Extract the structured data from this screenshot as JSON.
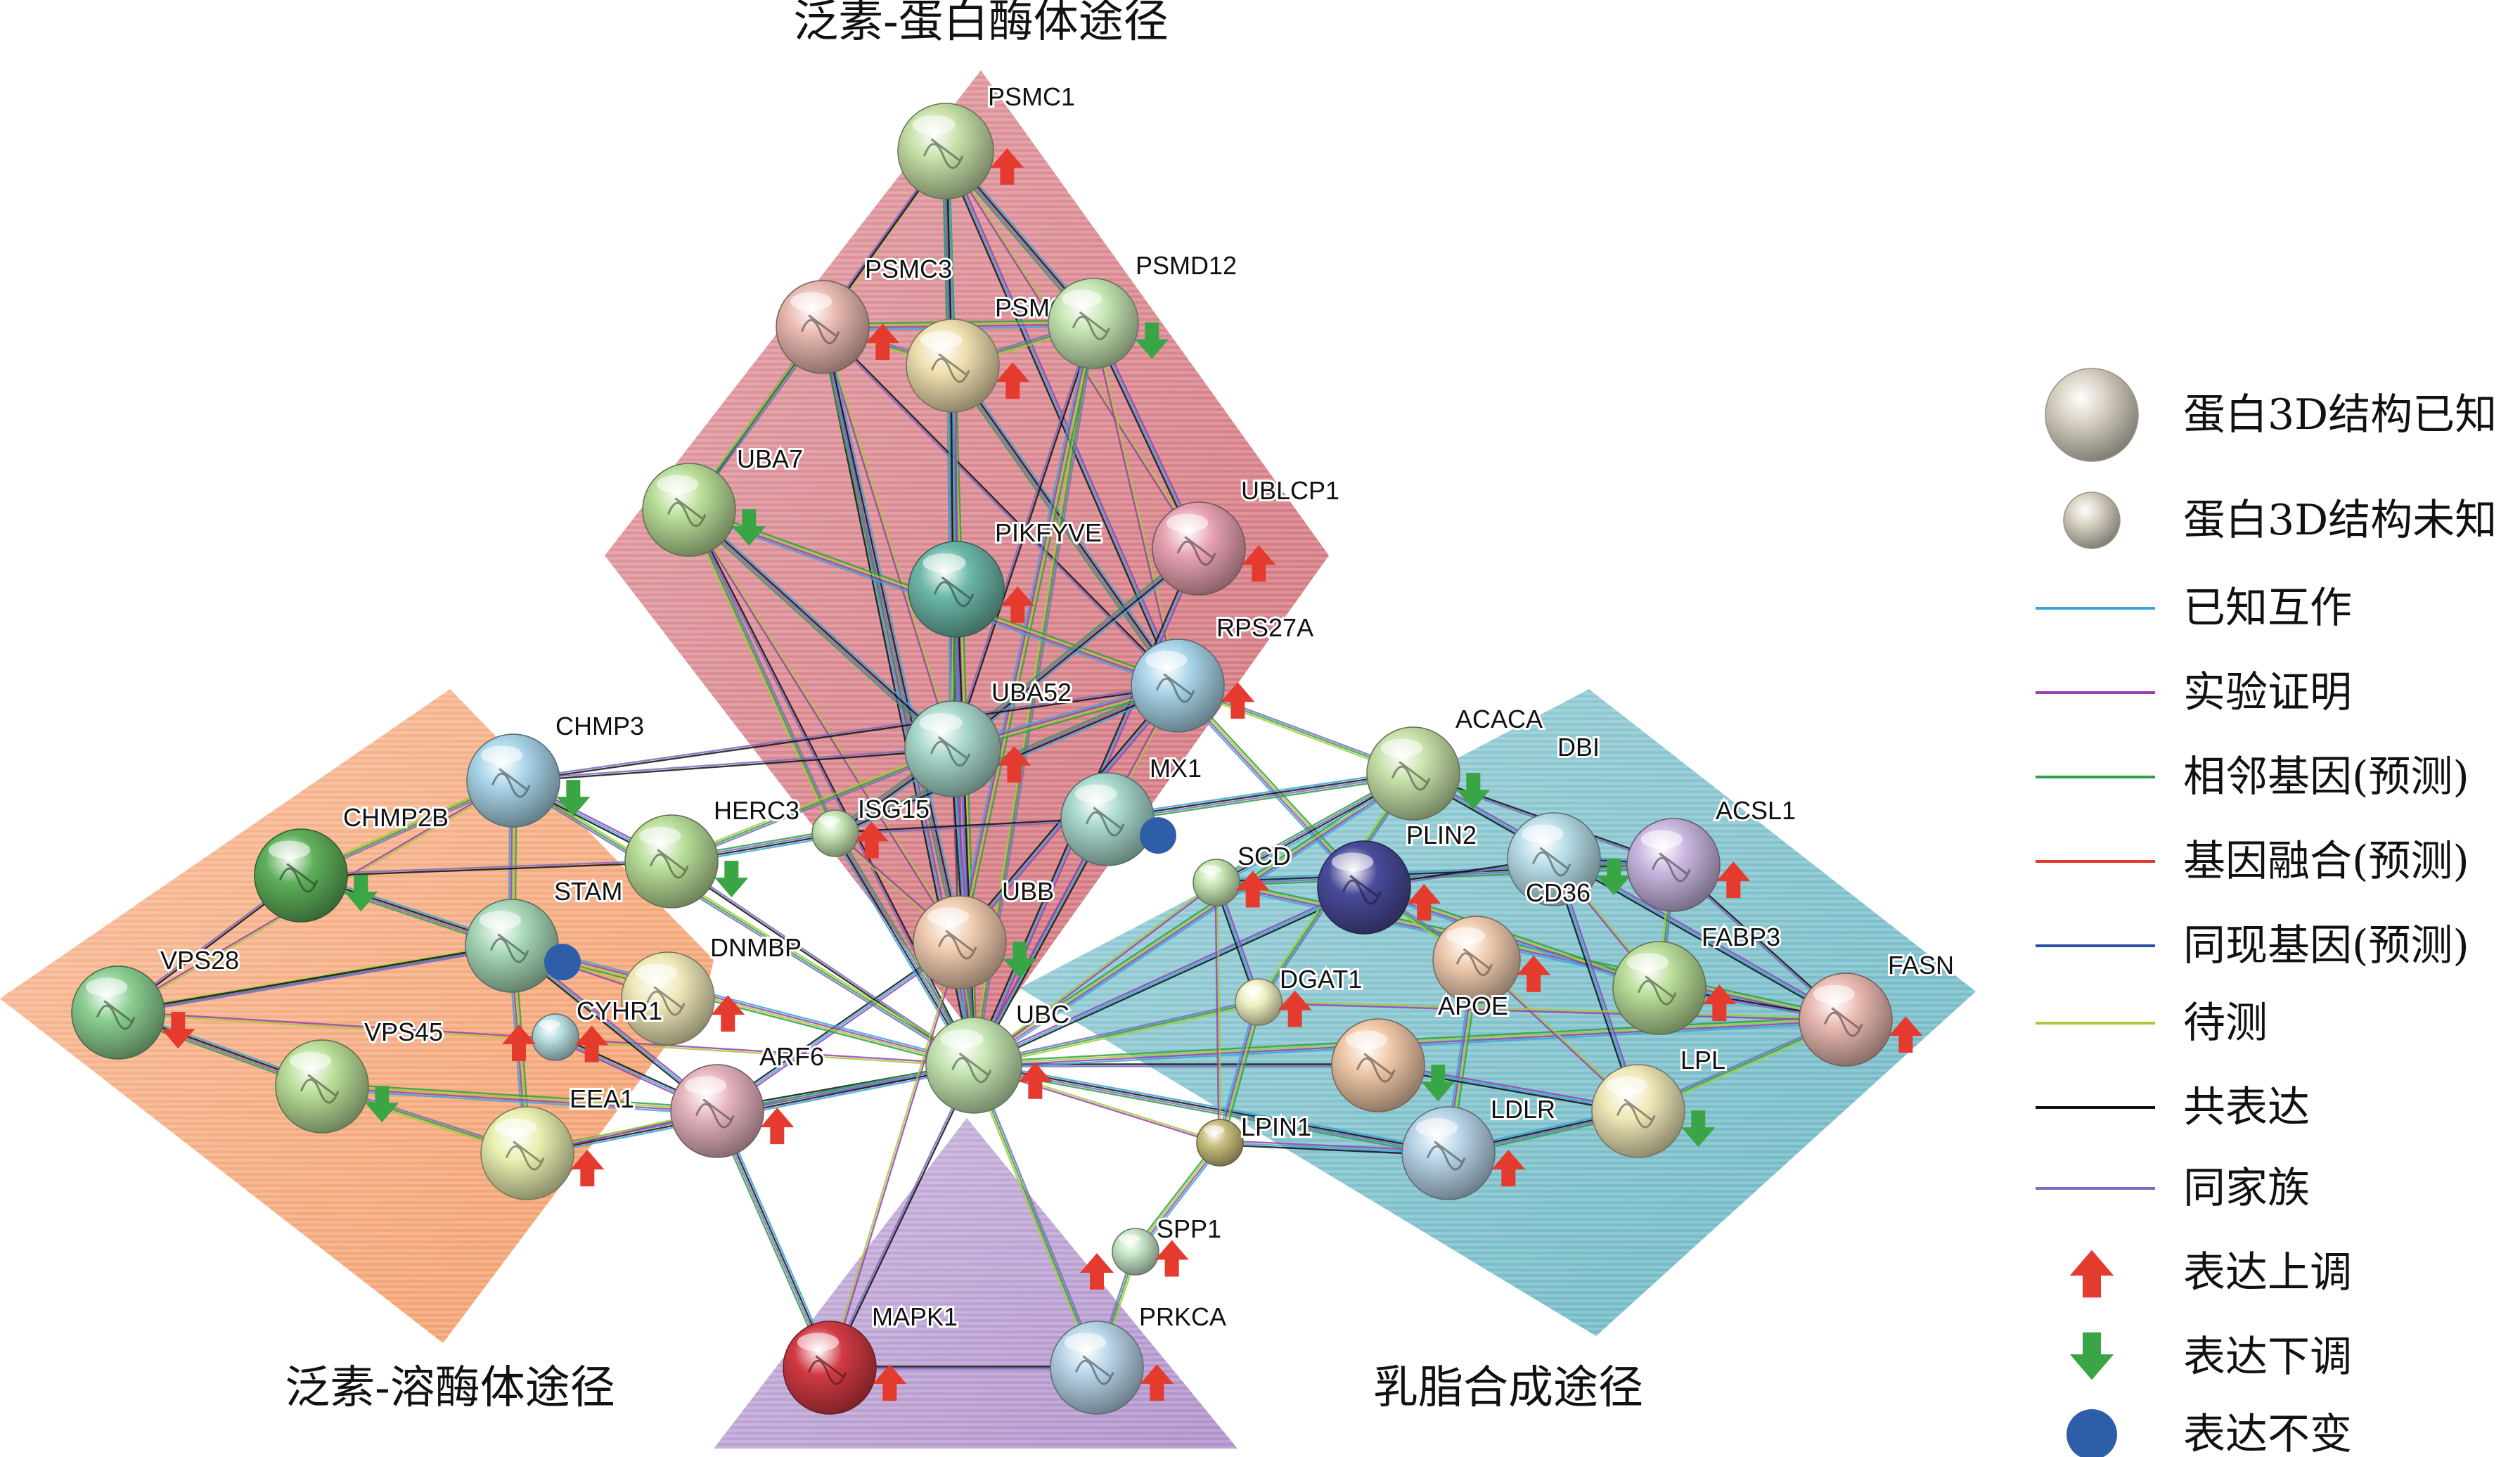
{
  "regions": [
    {
      "id": "ups",
      "title": "泛素-蛋白酶体途径",
      "color": "#c9545f"
    },
    {
      "id": "uls",
      "title": "泛素-溶酶体途径",
      "color": "#f08a4e"
    },
    {
      "id": "milk",
      "title": "乳脂合成途径",
      "color": "#4fa9b8"
    },
    {
      "id": "mapk",
      "title": "",
      "color": "#a07cc0"
    }
  ],
  "nodes": [
    {
      "id": "PSMC1",
      "label": "PSMC1",
      "color": "#c6e0a8",
      "structure": "known",
      "expr": "up"
    },
    {
      "id": "PSMC3",
      "label": "PSMC3",
      "color": "#e9b9b1",
      "structure": "known",
      "expr": "up"
    },
    {
      "id": "PSMC5",
      "label": "PSMC5",
      "color": "#efe0b0",
      "structure": "known",
      "expr": "up"
    },
    {
      "id": "PSMD12",
      "label": "PSMD12",
      "color": "#c6e6b3",
      "structure": "known",
      "expr": "down"
    },
    {
      "id": "UBA7",
      "label": "UBA7",
      "color": "#b9de98",
      "structure": "known",
      "expr": "down"
    },
    {
      "id": "UBLCP1",
      "label": "UBLCP1",
      "color": "#e8a3b3",
      "structure": "known",
      "expr": "up"
    },
    {
      "id": "PIKFYVE",
      "label": "PIKFYVE",
      "color": "#6cb8a8",
      "structure": "known",
      "expr": "up"
    },
    {
      "id": "RPS27A",
      "label": "RPS27A",
      "color": "#a9d4e8",
      "structure": "known",
      "expr": "up"
    },
    {
      "id": "UBA52",
      "label": "UBA52",
      "color": "#a8d8cc",
      "structure": "known",
      "expr": "up"
    },
    {
      "id": "MX1",
      "label": "MX1",
      "color": "#a8d8cc",
      "structure": "known",
      "expr": "same"
    },
    {
      "id": "ISG15",
      "label": "ISG15",
      "color": "#c6e6b3",
      "structure": "unknown",
      "expr": "up"
    },
    {
      "id": "HERC3",
      "label": "HERC3",
      "color": "#b9de98",
      "structure": "known",
      "expr": "down"
    },
    {
      "id": "CHMP3",
      "label": "CHMP3",
      "color": "#a9d4e8",
      "structure": "known",
      "expr": "down"
    },
    {
      "id": "CHMP2B",
      "label": "CHMP2B",
      "color": "#5fb05a",
      "structure": "known",
      "expr": "down"
    },
    {
      "id": "STAM",
      "label": "STAM",
      "color": "#a8d8b8",
      "structure": "known",
      "expr": "same"
    },
    {
      "id": "DNMBP",
      "label": "DNMBP",
      "color": "#efe8b8",
      "structure": "known",
      "expr": "up"
    },
    {
      "id": "VPS28",
      "label": "VPS28",
      "color": "#8ccf92",
      "structure": "known",
      "expr": "down_red"
    },
    {
      "id": "CYHR1",
      "label": "CYHR1",
      "color": "#b8dde0",
      "structure": "unknown",
      "expr": "up"
    },
    {
      "id": "VPS45",
      "label": "VPS45",
      "color": "#b9de98",
      "structure": "known",
      "expr": "down"
    },
    {
      "id": "ARF6",
      "label": "ARF6",
      "color": "#e5b3bd",
      "structure": "known",
      "expr": "up"
    },
    {
      "id": "EEA1",
      "label": "EEA1",
      "color": "#e9efb0",
      "structure": "known",
      "expr": "up"
    },
    {
      "id": "UBB",
      "label": "UBB",
      "color": "#f0ccb0",
      "structure": "known",
      "expr": "down"
    },
    {
      "id": "UBC",
      "label": "UBC",
      "color": "#c6e6b3",
      "structure": "known",
      "expr": "up"
    },
    {
      "id": "ACACA",
      "label": "ACACA",
      "color": "#c6e0a8",
      "structure": "known",
      "expr": "down"
    },
    {
      "id": "SCD",
      "label": "SCD",
      "color": "#c6e6b3",
      "structure": "unknown",
      "expr": "up"
    },
    {
      "id": "PLIN2",
      "label": "PLIN2",
      "color": "#4a4a9a",
      "structure": "known",
      "expr": "up"
    },
    {
      "id": "CD36",
      "label": "CD36",
      "color": "#b8dde8",
      "structure": "known",
      "expr": "down"
    },
    {
      "id": "DBI",
      "label": "DBI",
      "color": "#b8dde8",
      "structure": "known",
      "expr": "none"
    },
    {
      "id": "ACSL1",
      "label": "ACSL1",
      "color": "#c9b6e0",
      "structure": "known",
      "expr": "up"
    },
    {
      "id": "DGAT1",
      "label": "DGAT1",
      "color": "#eef0c0",
      "structure": "unknown",
      "expr": "up"
    },
    {
      "id": "APOE",
      "label": "APOE",
      "color": "#f0ccb0",
      "structure": "known",
      "expr": "up"
    },
    {
      "id": "FABP3",
      "label": "FABP3",
      "color": "#b9de98",
      "structure": "known",
      "expr": "up"
    },
    {
      "id": "FASN",
      "label": "FASN",
      "color": "#e9b9b1",
      "structure": "known",
      "expr": "up"
    },
    {
      "id": "APOE2",
      "label": "",
      "color": "#f0c8a8",
      "structure": "known",
      "expr": "down"
    },
    {
      "id": "LDLR",
      "label": "LDLR",
      "color": "#b8d4e8",
      "structure": "known",
      "expr": "up"
    },
    {
      "id": "LPL",
      "label": "LPL",
      "color": "#efe8b8",
      "structure": "known",
      "expr": "down"
    },
    {
      "id": "LPIN1",
      "label": "LPIN1",
      "color": "#c8bf7c",
      "structure": "unknown",
      "expr": "none"
    },
    {
      "id": "SPP1",
      "label": "SPP1",
      "color": "#c6e6c8",
      "structure": "unknown",
      "expr": "up"
    },
    {
      "id": "MAPK1",
      "label": "MAPK1",
      "color": "#d23a44",
      "structure": "known",
      "expr": "up"
    },
    {
      "id": "PRKCA",
      "label": "PRKCA",
      "color": "#b8d4e8",
      "structure": "known",
      "expr": "up"
    }
  ],
  "edge_types": [
    {
      "id": "known",
      "color": "#3aa6d6"
    },
    {
      "id": "exp",
      "color": "#9b3fae"
    },
    {
      "id": "nb",
      "color": "#2ea046"
    },
    {
      "id": "fus",
      "color": "#e0392b"
    },
    {
      "id": "co",
      "color": "#2a4fa8"
    },
    {
      "id": "tm",
      "color": "#a6c93a"
    },
    {
      "id": "coexp",
      "color": "#111111"
    },
    {
      "id": "hom",
      "color": "#7a6bbf"
    }
  ],
  "legend": [
    {
      "type": "node-large",
      "label": "蛋白3D结构已知"
    },
    {
      "type": "node-small",
      "label": "蛋白3D结构未知"
    },
    {
      "type": "line",
      "color": "#3aa6d6",
      "label": "已知互作"
    },
    {
      "type": "line",
      "color": "#9b3fae",
      "label": "实验证明"
    },
    {
      "type": "line",
      "color": "#2ea046",
      "label": "相邻基因(预测)"
    },
    {
      "type": "line",
      "color": "#e0392b",
      "label": "基因融合(预测)"
    },
    {
      "type": "line",
      "color": "#2a4fa8",
      "label": "同现基因(预测)"
    },
    {
      "type": "line",
      "color": "#a6c93a",
      "label": "待测"
    },
    {
      "type": "line",
      "color": "#111111",
      "label": "共表达"
    },
    {
      "type": "line",
      "color": "#7a6bbf",
      "label": "同家族"
    },
    {
      "type": "arrow-up",
      "color": "#e53b2f",
      "label": "表达上调"
    },
    {
      "type": "arrow-down",
      "color": "#3aa545",
      "label": "表达下调"
    },
    {
      "type": "dot",
      "color": "#2f5ea8",
      "label": "表达不变"
    }
  ],
  "colors": {
    "up": "#e53b2f",
    "down": "#3aa545",
    "same": "#2f5ea8"
  }
}
